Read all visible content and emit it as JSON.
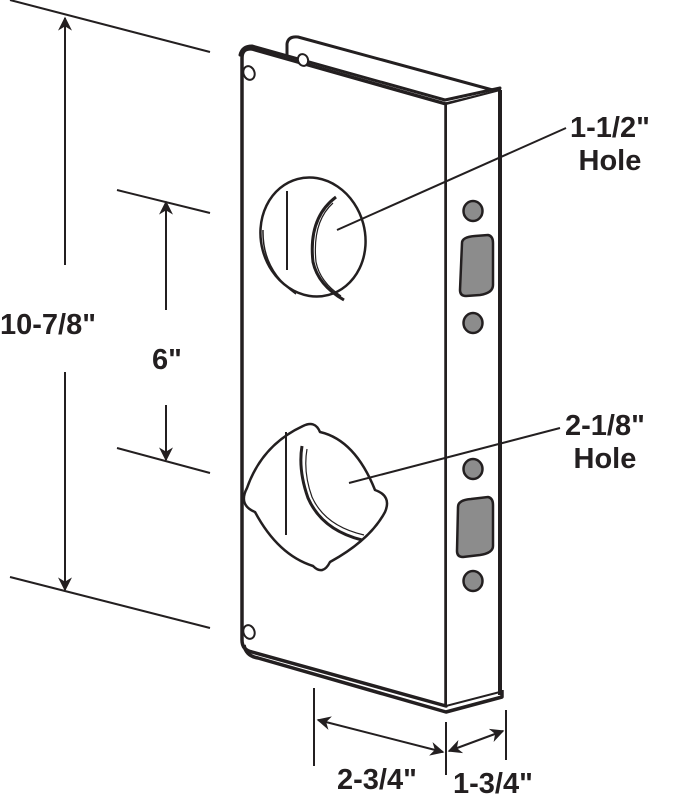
{
  "diagram": {
    "title": "Door reinforcer / wrap-around plate dimensions",
    "colors": {
      "line": "#231f20",
      "fill_plate": "#ffffff",
      "fill_hole_gray": "#8c8c8c",
      "background": "#ffffff"
    },
    "dimensions": {
      "overall_height": "10-7/8\"",
      "hole_spacing": "6\"",
      "backset_width": "2-3/4\"",
      "door_thickness": "1-3/4\""
    },
    "callouts": [
      {
        "size": "1-1/2\"",
        "label": "Hole"
      },
      {
        "size": "2-1/8\"",
        "label": "Hole"
      }
    ],
    "parts": {
      "face_plate": "front plate",
      "edge_plate": "door edge strip",
      "upper_hole": "1-1/2 inch deadbolt hole",
      "lower_hole": "2-1/8 inch lockset hole",
      "screw_holes": 4,
      "latch_openings": 2
    }
  }
}
